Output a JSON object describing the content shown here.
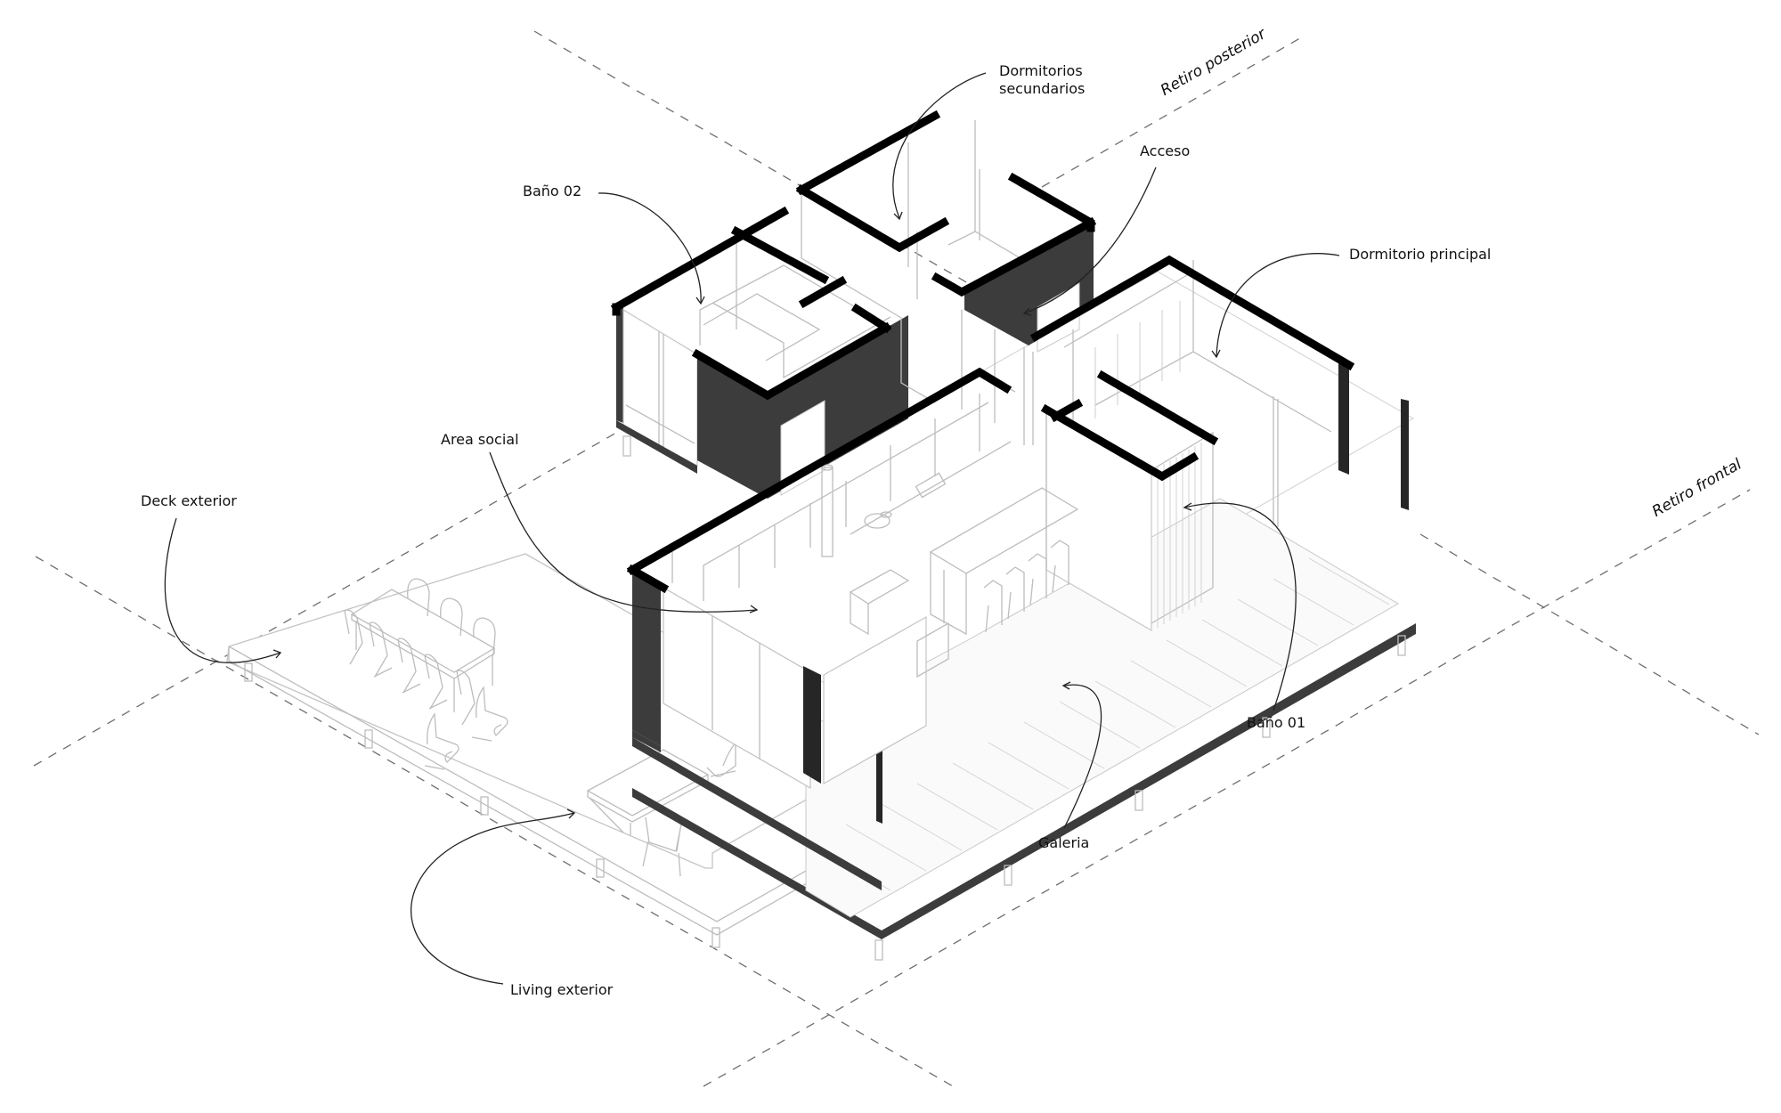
{
  "diagram": {
    "type": "isometric architectural axonometric",
    "palette": {
      "background": "#ffffff",
      "cut_walls": "#000000",
      "dark_cladding": "#3c3c3c",
      "thin_lines": "#bdbdbd",
      "dashed_setback_lines": "#6e6e6e",
      "label_text": "#111111"
    }
  },
  "labels": {
    "dormitorios_secundarios_line1": "Dormitorios",
    "dormitorios_secundarios_line2": "secundarios",
    "acceso": "Acceso",
    "bano_02": "Baño 02",
    "dormitorio_principal": "Dormitorio principal",
    "area_social": "Area social",
    "deck_exterior": "Deck exterior",
    "bano_01": "Baño 01",
    "galeria": "Galeria",
    "living_exterior": "Living exterior"
  },
  "setback_labels": {
    "retiro_posterior": "Retiro posterior",
    "retiro_frontal": "Retiro frontal"
  }
}
